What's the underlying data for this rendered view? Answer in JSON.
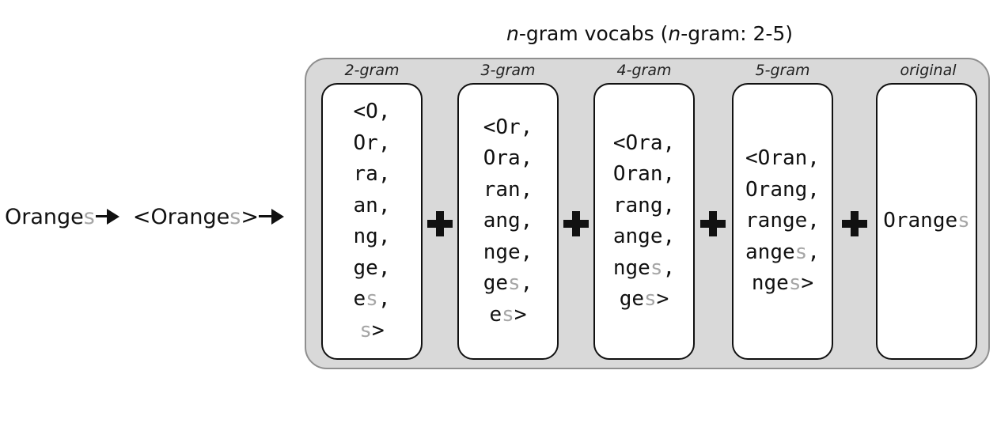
{
  "title": {
    "n1": "n",
    "mid": "-gram vocabs (",
    "n2": "n",
    "end": "-gram: 2-5)"
  },
  "flow": {
    "input_stem": "Orange",
    "input_suffix": "s",
    "wrapped_open": "<Orange",
    "wrapped_suffix": "s",
    "wrapped_close": ">"
  },
  "columns": [
    {
      "label": "2-gram",
      "tokens": [
        {
          "a": "<O,",
          "g": "",
          "b": ""
        },
        {
          "a": "Or,",
          "g": "",
          "b": ""
        },
        {
          "a": "ra,",
          "g": "",
          "b": ""
        },
        {
          "a": "an,",
          "g": "",
          "b": ""
        },
        {
          "a": "ng,",
          "g": "",
          "b": ""
        },
        {
          "a": "ge,",
          "g": "",
          "b": ""
        },
        {
          "a": "e",
          "g": "s",
          "b": ","
        },
        {
          "a": "",
          "g": "s",
          "b": ">"
        }
      ]
    },
    {
      "label": "3-gram",
      "tokens": [
        {
          "a": "<Or,",
          "g": "",
          "b": ""
        },
        {
          "a": "Ora,",
          "g": "",
          "b": ""
        },
        {
          "a": "ran,",
          "g": "",
          "b": ""
        },
        {
          "a": "ang,",
          "g": "",
          "b": ""
        },
        {
          "a": "nge,",
          "g": "",
          "b": ""
        },
        {
          "a": "ge",
          "g": "s",
          "b": ","
        },
        {
          "a": "e",
          "g": "s",
          "b": ">"
        }
      ]
    },
    {
      "label": "4-gram",
      "tokens": [
        {
          "a": "<Ora,",
          "g": "",
          "b": ""
        },
        {
          "a": "Oran,",
          "g": "",
          "b": ""
        },
        {
          "a": "rang,",
          "g": "",
          "b": ""
        },
        {
          "a": "ange,",
          "g": "",
          "b": ""
        },
        {
          "a": "nge",
          "g": "s",
          "b": ","
        },
        {
          "a": "ge",
          "g": "s",
          "b": ">"
        }
      ]
    },
    {
      "label": "5-gram",
      "tokens": [
        {
          "a": "<Oran,",
          "g": "",
          "b": ""
        },
        {
          "a": "Orang,",
          "g": "",
          "b": ""
        },
        {
          "a": "range,",
          "g": "",
          "b": ""
        },
        {
          "a": "ange",
          "g": "s",
          "b": ","
        },
        {
          "a": "nge",
          "g": "s",
          "b": ">"
        }
      ]
    },
    {
      "label": "original",
      "tokens": [
        {
          "a": "Orange",
          "g": "s",
          "b": ""
        }
      ]
    }
  ]
}
